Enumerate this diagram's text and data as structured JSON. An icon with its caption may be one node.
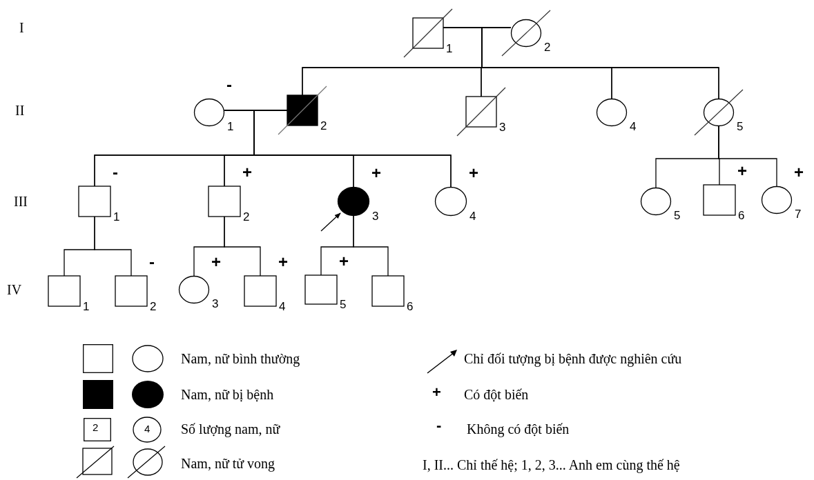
{
  "diagram": {
    "nodes": [
      {
        "text": [
          "1"
        ]
      },
      {
        "text": [
          "2"
        ]
      },
      {
        "text": [
          "1"
        ],
        "beside": [
          "-"
        ]
      },
      {
        "text": [
          "2"
        ]
      },
      {
        "text": [
          "3"
        ]
      },
      {
        "text": [
          "4"
        ]
      },
      {
        "text": [
          "5"
        ]
      },
      {
        "text": [
          "1"
        ],
        "beside": [
          "-"
        ]
      },
      {
        "text": [
          "2"
        ],
        "beside": [
          "+"
        ]
      },
      {
        "text": [
          "3"
        ],
        "beside": [
          "+"
        ]
      },
      {
        "text": [
          "4"
        ],
        "beside": [
          "+"
        ]
      },
      {
        "text": [
          "5"
        ]
      },
      {
        "text": [
          "6"
        ],
        "beside": [
          "+"
        ]
      },
      {
        "text": [
          "7"
        ],
        "beside": [
          "+"
        ]
      },
      {
        "text": [
          "1"
        ]
      },
      {
        "text": [
          "2"
        ],
        "beside": [
          "-"
        ]
      },
      {
        "text": [
          "3"
        ],
        "beside": [
          "+"
        ]
      },
      {
        "text": [
          "4"
        ],
        "beside": [
          "+"
        ]
      },
      {
        "text": [
          "5"
        ],
        "beside": [
          "+"
        ]
      },
      {
        "text": [
          "6"
        ]
      }
    ],
    "edges": [
      {
        "from": 0,
        "to": 1,
        "arrow": "none"
      },
      {
        "from": 0,
        "to": 3,
        "arrow": "none"
      },
      {
        "from": 1,
        "to": 3,
        "arrow": "none"
      },
      {
        "from": 0,
        "to": 4,
        "arrow": "none"
      },
      {
        "from": 1,
        "to": 4,
        "arrow": "none"
      },
      {
        "from": 0,
        "to": 5,
        "arrow": "none"
      },
      {
        "from": 1,
        "to": 5,
        "arrow": "none"
      },
      {
        "from": 0,
        "to": 6,
        "arrow": "none"
      },
      {
        "from": 1,
        "to": 6,
        "arrow": "none"
      },
      {
        "from": 2,
        "to": 3,
        "arrow": "none"
      },
      {
        "from": 2,
        "to": 7,
        "arrow": "none"
      },
      {
        "from": 3,
        "to": 7,
        "arrow": "none"
      },
      {
        "from": 2,
        "to": 8,
        "arrow": "none"
      },
      {
        "from": 3,
        "to": 8,
        "arrow": "none"
      },
      {
        "from": 2,
        "to": 9,
        "arrow": "none"
      },
      {
        "from": 3,
        "to": 9,
        "arrow": "none"
      },
      {
        "from": 2,
        "to": 10,
        "arrow": "none"
      },
      {
        "from": 3,
        "to": 10,
        "arrow": "none"
      },
      {
        "from": 6,
        "to": 11,
        "arrow": "none"
      },
      {
        "from": 6,
        "to": 12,
        "arrow": "none"
      },
      {
        "from": 6,
        "to": 13,
        "arrow": "none"
      },
      {
        "from": 7,
        "to": 14,
        "arrow": "none"
      },
      {
        "from": 7,
        "to": 15,
        "arrow": "none"
      },
      {
        "from": 8,
        "to": 16,
        "arrow": "none"
      },
      {
        "from": 8,
        "to": 17,
        "arrow": "none"
      },
      {
        "from": 9,
        "to": 18,
        "arrow": "none"
      },
      {
        "from": 9,
        "to": 19,
        "arrow": "none"
      },
      {
        "from": null,
        "to": 9,
        "arrow": "to"
      }
    ],
    "labels": [
      "I",
      "II",
      "III",
      "IV",
      "+",
      "2",
      "4",
      "-",
      "I, II... Chỉ thế hệ; 1, 2, 3... Anh em cùng thế hệ"
    ],
    "legend": [
      {
        "text": "Nam, nữ bình thường"
      },
      {
        "text": "Chỉ đối tượng bị bệnh được nghiên cứu"
      },
      {
        "text": "Nam, nữ bị bệnh"
      },
      {
        "text": "Có đột biến"
      },
      {
        "text": "Số lượng nam, nữ"
      },
      {
        "text": "Không có đột biến"
      },
      {
        "text": "Nam, nữ tử vong"
      }
    ]
  }
}
